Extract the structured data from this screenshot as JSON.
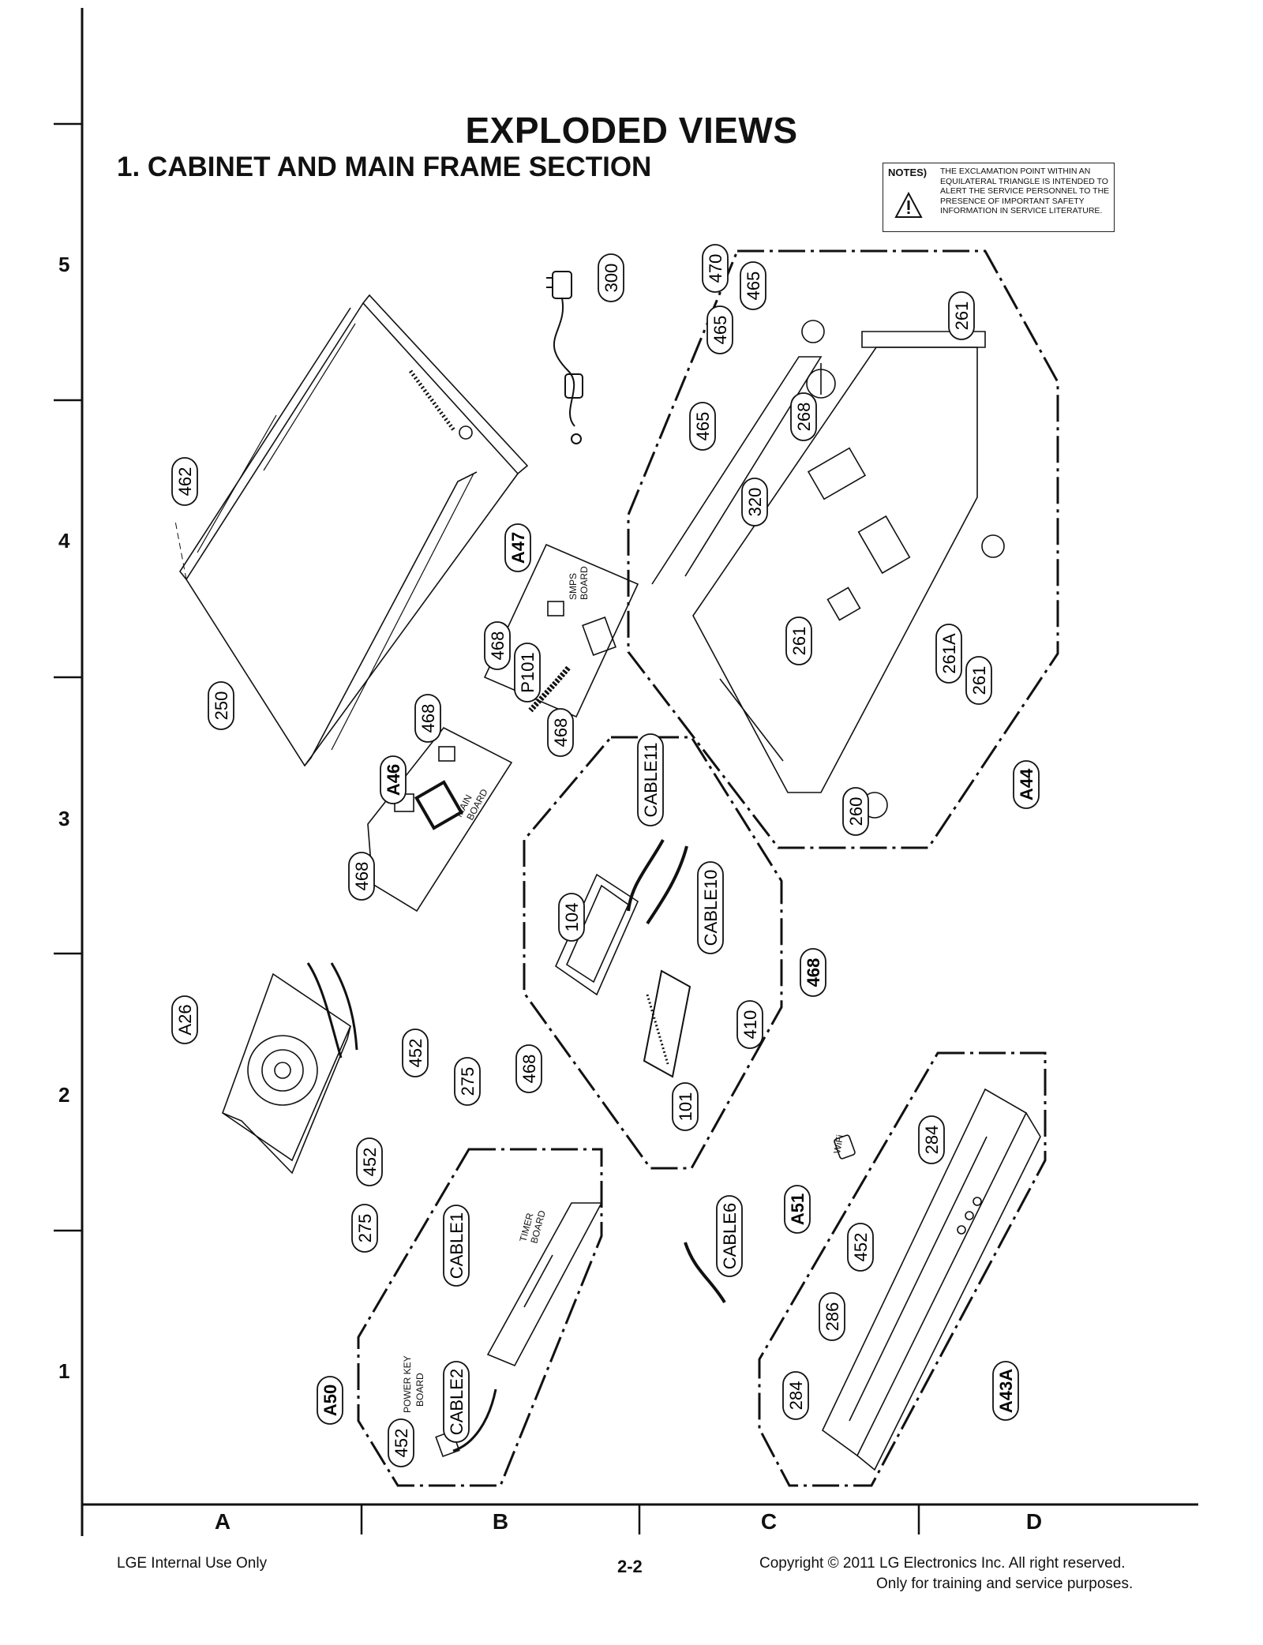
{
  "header": {
    "title": "EXPLODED VIEWS",
    "section": "1. CABINET AND MAIN FRAME SECTION"
  },
  "notes": {
    "label": "NOTES)",
    "text": "THE EXCLAMATION POINT WITHIN AN EQUILATERAL TRIANGLE IS INTENDED TO ALERT THE SERVICE PERSONNEL TO THE PRESENCE OF IMPORTANT SAFETY INFORMATION IN SERVICE LITERATURE."
  },
  "grid": {
    "rows": [
      "5",
      "4",
      "3",
      "2",
      "1"
    ],
    "columns": [
      "A",
      "B",
      "C",
      "D"
    ]
  },
  "board_labels": {
    "smps": [
      "SMPS",
      "BOARD"
    ],
    "main": [
      "MAIN",
      "BOARD"
    ],
    "timer": [
      "TIMER",
      "BOARD"
    ],
    "power_key": [
      "POWER KEY",
      "BOARD"
    ],
    "wifi": "WiFi"
  },
  "callouts": [
    "300",
    "470",
    "465",
    "465",
    "465",
    "261",
    "268",
    "320",
    "462",
    "A47",
    "468",
    "P101",
    "468",
    "250",
    "468",
    "A46",
    "261",
    "261A",
    "261",
    "260",
    "A44",
    "CABLE11",
    "104",
    "CABLE10",
    "468",
    "A26",
    "468",
    "452",
    "275",
    "410",
    "468",
    "101",
    "452",
    "275",
    "CABLE1",
    "284",
    "CABLE6",
    "A51",
    "452",
    "286",
    "284",
    "A43A",
    "A50",
    "CABLE2",
    "452"
  ],
  "footer": {
    "left": "LGE Internal Use Only",
    "page": "2-2",
    "copyright": "Copyright © 2011 LG Electronics Inc. All right reserved.",
    "copyright2": "Only for training and service purposes."
  }
}
